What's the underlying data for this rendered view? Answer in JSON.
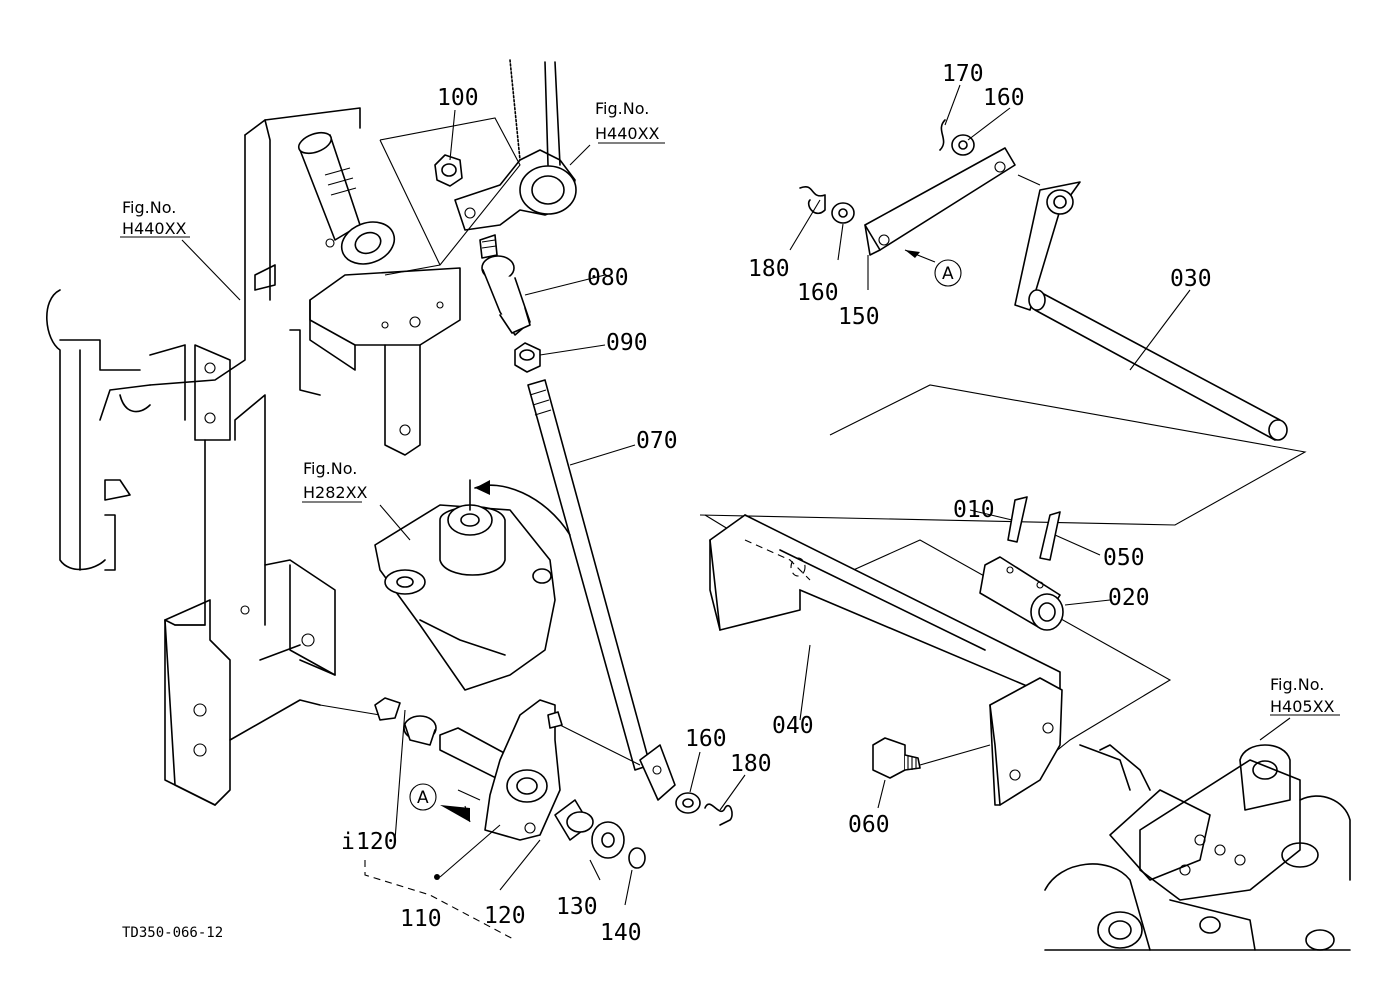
{
  "drawing_code": "TD350-066-12",
  "callouts": [
    {
      "id": "p010",
      "text": "010"
    },
    {
      "id": "p020",
      "text": "020"
    },
    {
      "id": "p030",
      "text": "030"
    },
    {
      "id": "p040",
      "text": "040"
    },
    {
      "id": "p050",
      "text": "050"
    },
    {
      "id": "p060",
      "text": "060"
    },
    {
      "id": "p070",
      "text": "070"
    },
    {
      "id": "p080",
      "text": "080"
    },
    {
      "id": "p090",
      "text": "090"
    },
    {
      "id": "p100",
      "text": "100"
    },
    {
      "id": "p110",
      "text": "110"
    },
    {
      "id": "p120a",
      "text": "120"
    },
    {
      "id": "p120b",
      "text": "120"
    },
    {
      "id": "p130",
      "text": "130"
    },
    {
      "id": "p140",
      "text": "140"
    },
    {
      "id": "p150",
      "text": "150"
    },
    {
      "id": "p160a",
      "text": "160"
    },
    {
      "id": "p160b",
      "text": "160"
    },
    {
      "id": "p160c",
      "text": "160"
    },
    {
      "id": "p170",
      "text": "170"
    },
    {
      "id": "p180a",
      "text": "180"
    },
    {
      "id": "p180b",
      "text": "180"
    }
  ],
  "figure_refs": [
    {
      "id": "f1",
      "label": "Fig.No.",
      "code": "H440XX"
    },
    {
      "id": "f2",
      "label": "Fig.No.",
      "code": "H440XX"
    },
    {
      "id": "f3",
      "label": "Fig.No.",
      "code": "H282XX"
    },
    {
      "id": "f4",
      "label": "Fig.No.",
      "code": "H405XX"
    }
  ],
  "view_markers": [
    {
      "id": "m1",
      "text": "A"
    },
    {
      "id": "m2",
      "text": "A"
    }
  ],
  "kit_marker": "i"
}
